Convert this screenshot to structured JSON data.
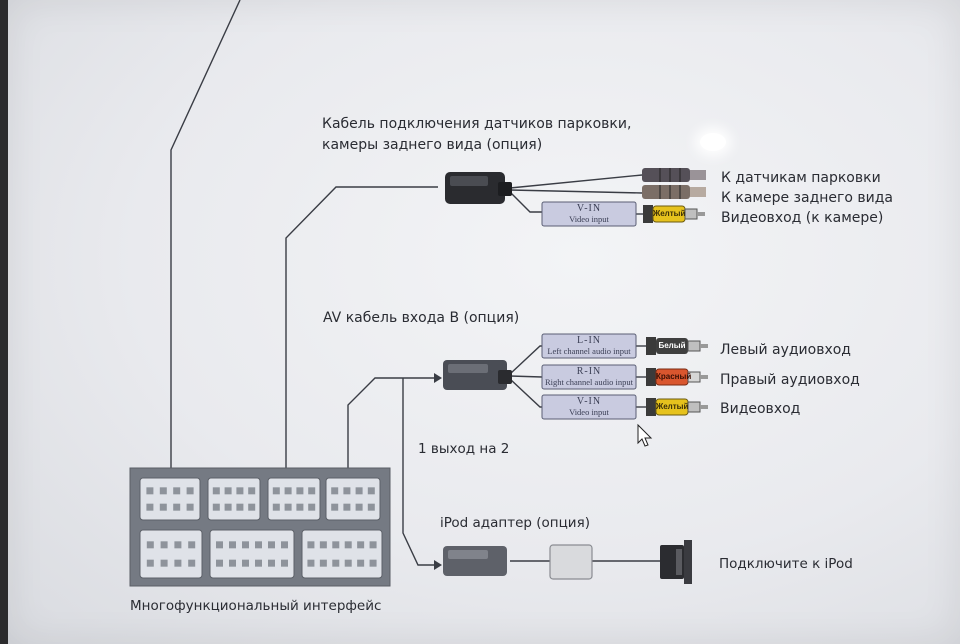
{
  "parking_cable": {
    "title_line1": "Кабель подключения датчиков парковки,",
    "title_line2": "камеры заднего вида (опция)",
    "outputs": [
      {
        "label": "К датчикам парковки"
      },
      {
        "label": "К камере заднего вида"
      },
      {
        "label": "Видеовход (к камере)",
        "tag_top": "V-IN",
        "tag_bottom": "Video input",
        "plug": "Желтый",
        "plug_color": "#e6c21d"
      }
    ]
  },
  "av_cable": {
    "title": "AV кабель входа B (опция)",
    "splitter_note": "1 выход на 2",
    "outputs": [
      {
        "label": "Левый аудиовход",
        "tag_top": "L-IN",
        "tag_bottom": "Left channel audio input",
        "plug": "Белый",
        "plug_color": "#e9e9e6"
      },
      {
        "label": "Правый аудиовход",
        "tag_top": "R-IN",
        "tag_bottom": "Right channel audio input",
        "plug": "Красный",
        "plug_color": "#d9562e"
      },
      {
        "label": "Видеовход",
        "tag_top": "V-IN",
        "tag_bottom": "Video input",
        "plug": "Желтый",
        "plug_color": "#e6c21d"
      }
    ]
  },
  "ipod": {
    "title": "iPod адаптер (опция)",
    "output_label": "Подключите к iPod"
  },
  "interface": {
    "label": "Многофункциональный интерфейс"
  },
  "colors": {
    "line": "#3a3d45",
    "tag_fill": "#c9cbe0",
    "interface_fill": "#757a83",
    "connector_dark": "#2a2b2f"
  }
}
